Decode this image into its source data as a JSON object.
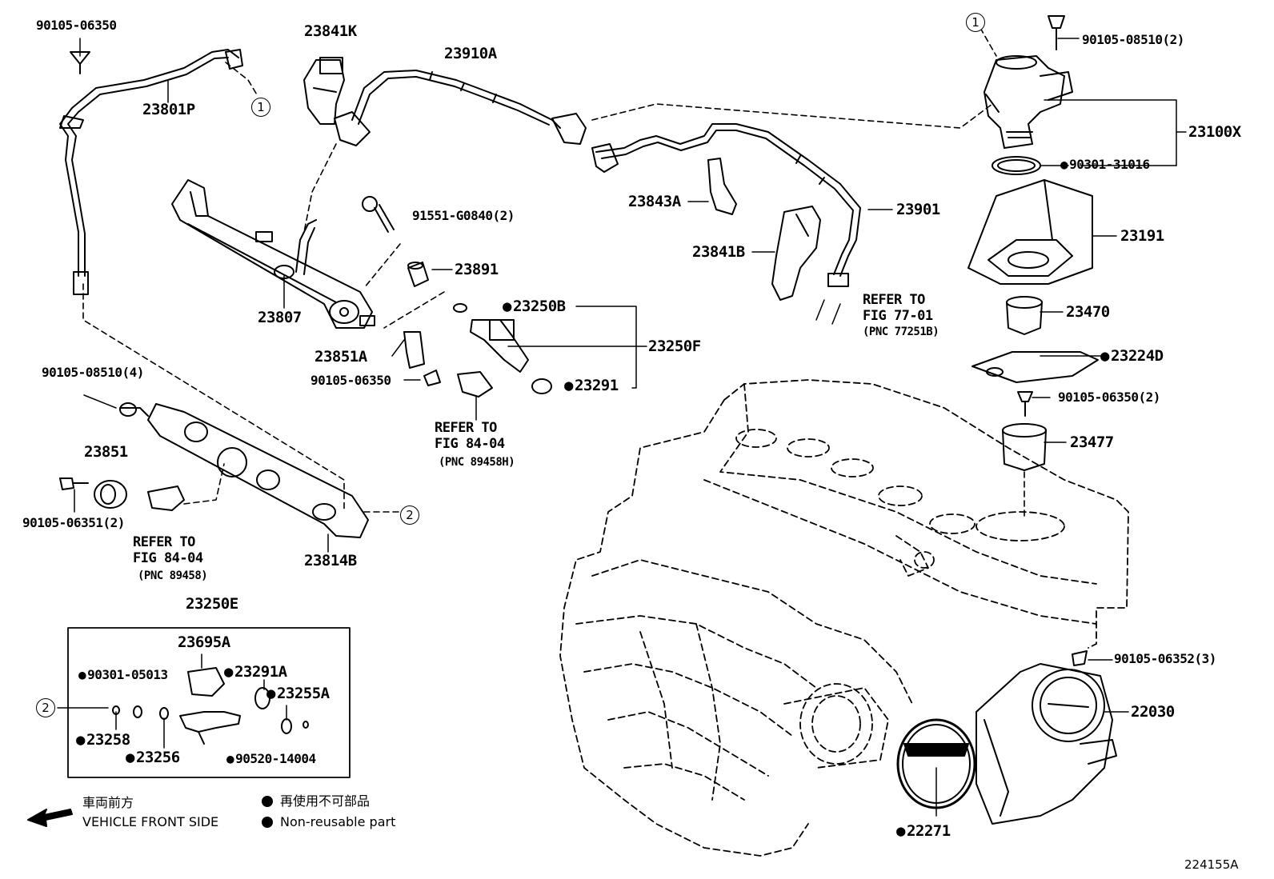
{
  "labels": {
    "p_90105_06350_top": "90105-06350",
    "p_23801P": "23801P",
    "p_23841K": "23841K",
    "p_23910A": "23910A",
    "p_90105_08510_2": "90105-08510(2)",
    "p_23100X": "23100X",
    "p_90301_31016": "90301-31016",
    "p_23191": "23191",
    "p_23843A": "23843A",
    "p_23901": "23901",
    "p_23841B": "23841B",
    "p_91551": "91551-G0840(2)",
    "p_23891": "23891",
    "p_23807": "23807",
    "p_23250B": "23250B",
    "p_23250F": "23250F",
    "p_23291": "23291",
    "p_23851A": "23851A",
    "p_90105_06350_mid": "90105-06350",
    "p_23470": "23470",
    "p_23224D": "23224D",
    "p_90105_06350_2": "90105-06350(2)",
    "p_23477": "23477",
    "p_90105_08510_4": "90105-08510(4)",
    "p_23851": "23851",
    "p_90105_06351": "90105-06351(2)",
    "p_23814B": "23814B",
    "p_23250E": "23250E",
    "p_23695A": "23695A",
    "p_90301_05013": "90301-05013",
    "p_23291A": "23291A",
    "p_23255A": "23255A",
    "p_23258": "23258",
    "p_23256": "23256",
    "p_90520": "90520-14004",
    "p_90105_06352": "90105-06352(3)",
    "p_22030": "22030",
    "p_22271": "22271"
  },
  "refs": {
    "ref1_l1": "REFER TO",
    "ref1_l2": "FIG 77-01",
    "ref1_pnc": "(PNC 77251B)",
    "ref2_l1": "REFER TO",
    "ref2_l2": "FIG 84-04",
    "ref2_pnc": "(PNC 89458H)",
    "ref3_l1": "REFER TO",
    "ref3_l2": "FIG 84-04",
    "ref3_pnc": "(PNC 89458)"
  },
  "callouts": {
    "c1": "1",
    "c2": "2"
  },
  "legend": {
    "front_jp": "車両前方",
    "front_en": "VEHICLE FRONT SIDE",
    "nonreuse_jp": "再使用不可部品",
    "nonreuse_en": "Non-reusable part"
  },
  "illustration_id": "224155A"
}
